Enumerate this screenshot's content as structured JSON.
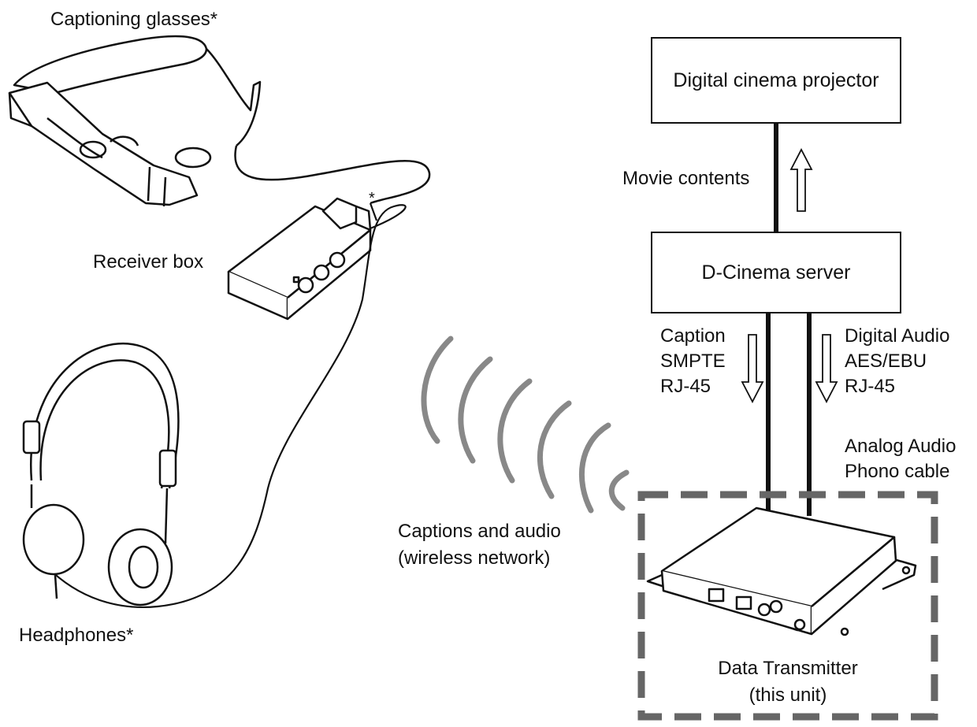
{
  "devices": {
    "glasses_label": "Captioning glasses*",
    "receiver_label": "Receiver box",
    "headphones_label": "Headphones*",
    "connector_note": "*"
  },
  "wireless": {
    "line1": "Captions and audio",
    "line2": "(wireless network)"
  },
  "system": {
    "projector": "Digital cinema projector",
    "movie_contents": "Movie contents",
    "server": "D-Cinema server",
    "caption": [
      "Caption",
      "SMPTE",
      "RJ-45"
    ],
    "digital_audio": [
      "Digital Audio",
      "AES/EBU",
      "RJ-45"
    ],
    "analog_audio": [
      "Analog Audio",
      "Phono cable"
    ],
    "transmitter": [
      "Data Transmitter",
      "(this unit)"
    ]
  }
}
